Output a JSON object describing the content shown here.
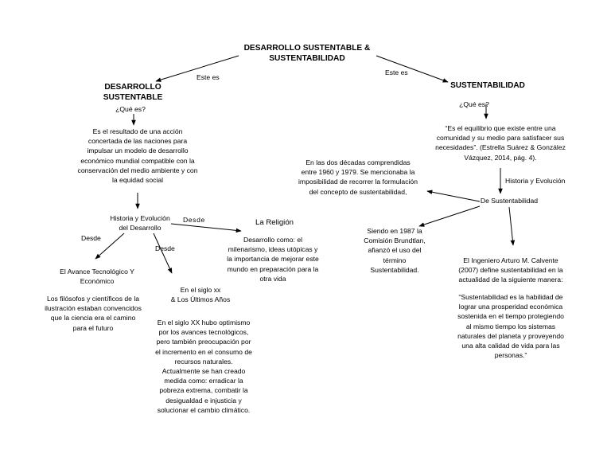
{
  "title": "DESARROLLO SUSTENTABLE &\nSUSTENTABILIDAD",
  "left": {
    "heading": "DESARROLLO\nSUSTENTABLE",
    "edge_label": "Este es",
    "question": "¿Qué es?",
    "definition": "Es el resultado de una acción\nconcertada de las naciones para\nimpulsar un modelo de desarrollo\neconómico mundial compatible con la\nconservación del medio ambiente y con\nla equidad social",
    "history": "Historia y Evolución\ndel Desarrollo",
    "edge_desde_1": "Desde",
    "edge_desde_2": "Desde",
    "edge_desde_3": "Desde",
    "religion_title": "La Religión",
    "religion_text": "Desarrollo como: el\nmilenarismo, ideas utópicas y\nla importancia de mejorar este\nmundo en preparación para la\notra vida",
    "tech_title": "El Avance Tecnológico Y\nEconómico",
    "tech_text": "Los filósofos y científicos de la\nilustración estaban convencidos\nque la ciencia era el camino\npara el futuro",
    "century_title": "En el siglo xx\n& Los Últimos Años",
    "century_text": "En el siglo XX hubo optimismo\npor los avances tecnológicos,\npero también preocupación por\nel incremento en el consumo de\nrecursos naturales.\nActualmente se han creado\nmedida como: erradicar la\npobreza extrema, combatir la\ndesigualdad e injusticia y\nsolucionar el cambio climático."
  },
  "right": {
    "heading": "SUSTENTABILIDAD",
    "edge_label": "Este es",
    "question": "¿Qué es?",
    "definition": "“Es el equilibrio que existe entre una\ncomunidad y su medio para satisfacer sus\nnecesidades”. (Estrella Suárez & González\nVázquez, 2014, pág. 4).",
    "history_label": "Historia y Evolución",
    "history_node": "De Sustentabilidad",
    "decades_text": "En las dos décadas comprendidas\nentre 1960 y 1979. Se mencionaba la\nimposibilidad de recorrer la formulación\ndel concepto de sustentabilidad,",
    "brundtland_text": "Siendo en 1987 la\nComisión Brundtlan,\nafianzó el uso del\ntérmino\nSustentabilidad.",
    "calvente_text": "El Ingeniero Arturo M. Calvente\n(2007) define sustentabilidad en la\nactualidad de la siguiente manera:",
    "quote_text": "“Sustentabilidad es la habilidad de\nlograr una prosperidad económica\nsostenida en el tiempo protegiendo\nal mismo tiempo los sistemas\nnaturales del planeta y proveyendo\nuna alta calidad de vida para las\npersonas.”"
  }
}
